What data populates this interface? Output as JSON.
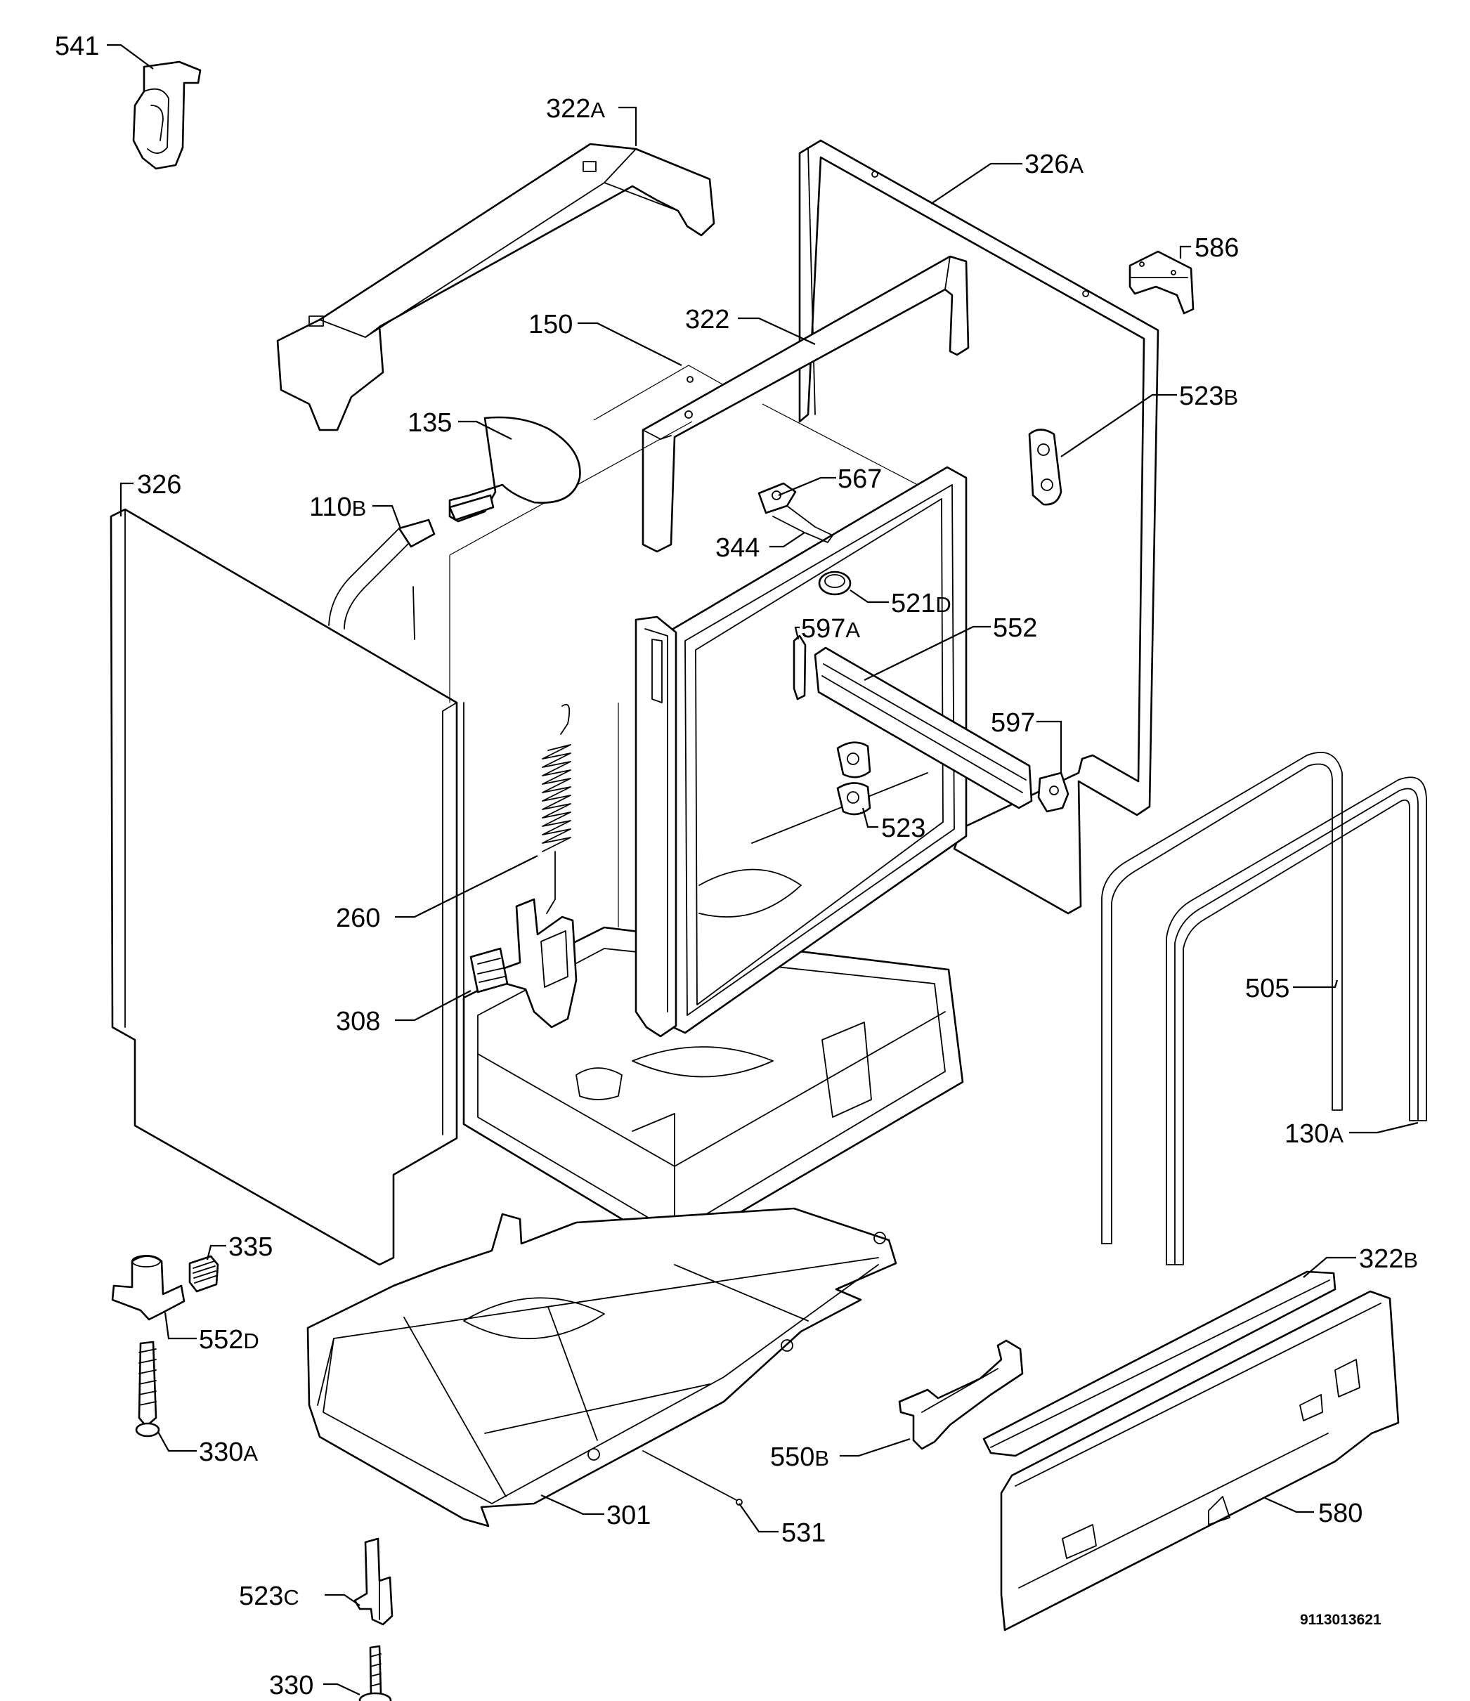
{
  "drawing_code": "9113013621",
  "callouts": [
    {
      "id": "c541",
      "num": "541",
      "sfx": ""
    },
    {
      "id": "c322a",
      "num": "322",
      "sfx": "A"
    },
    {
      "id": "c326a",
      "num": "326",
      "sfx": "A"
    },
    {
      "id": "c586",
      "num": "586",
      "sfx": ""
    },
    {
      "id": "c150",
      "num": "150",
      "sfx": ""
    },
    {
      "id": "c322",
      "num": "322",
      "sfx": ""
    },
    {
      "id": "c523b",
      "num": "523",
      "sfx": "B"
    },
    {
      "id": "c135",
      "num": "135",
      "sfx": ""
    },
    {
      "id": "c326",
      "num": "326",
      "sfx": ""
    },
    {
      "id": "c567",
      "num": "567",
      "sfx": ""
    },
    {
      "id": "c110b",
      "num": "110",
      "sfx": "B"
    },
    {
      "id": "c344",
      "num": "344",
      "sfx": ""
    },
    {
      "id": "c521d",
      "num": "521",
      "sfx": "D"
    },
    {
      "id": "c597a",
      "num": "597",
      "sfx": "A"
    },
    {
      "id": "c552",
      "num": "552",
      "sfx": ""
    },
    {
      "id": "c597",
      "num": "597",
      "sfx": ""
    },
    {
      "id": "c523",
      "num": "523",
      "sfx": ""
    },
    {
      "id": "c260",
      "num": "260",
      "sfx": ""
    },
    {
      "id": "c505",
      "num": "505",
      "sfx": ""
    },
    {
      "id": "c308",
      "num": "308",
      "sfx": ""
    },
    {
      "id": "c130a",
      "num": "130",
      "sfx": "A"
    },
    {
      "id": "c335",
      "num": "335",
      "sfx": ""
    },
    {
      "id": "c322b",
      "num": "322",
      "sfx": "B"
    },
    {
      "id": "c552d",
      "num": "552",
      "sfx": "D"
    },
    {
      "id": "c330a",
      "num": "330",
      "sfx": "A"
    },
    {
      "id": "c550b",
      "num": "550",
      "sfx": "B"
    },
    {
      "id": "c580",
      "num": "580",
      "sfx": ""
    },
    {
      "id": "c301",
      "num": "301",
      "sfx": ""
    },
    {
      "id": "c531",
      "num": "531",
      "sfx": ""
    },
    {
      "id": "c523c",
      "num": "523",
      "sfx": "C"
    },
    {
      "id": "c330",
      "num": "330",
      "sfx": ""
    }
  ]
}
